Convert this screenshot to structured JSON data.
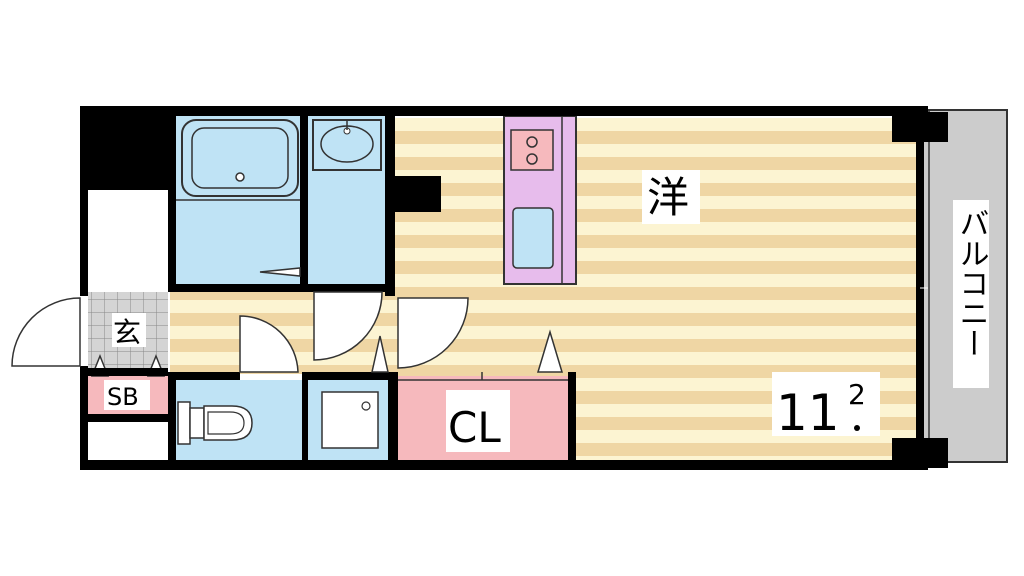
{
  "labels": {
    "western_room": "洋",
    "room_size_main": "11",
    "room_size_unit": "2",
    "entrance": "玄",
    "shoe_box": "SB",
    "closet": "CL",
    "balcony": "バルコニー"
  },
  "colors": {
    "wall": "#000000",
    "floor_light": "#fcf4d2",
    "floor_dark": "#efd6a4",
    "wet_area": "#bfe3f5",
    "storage": "#f6b9bd",
    "kitchen": "#e7bcec",
    "balcony": "#cccccc",
    "entrance_tile": "#d4d4d4"
  }
}
